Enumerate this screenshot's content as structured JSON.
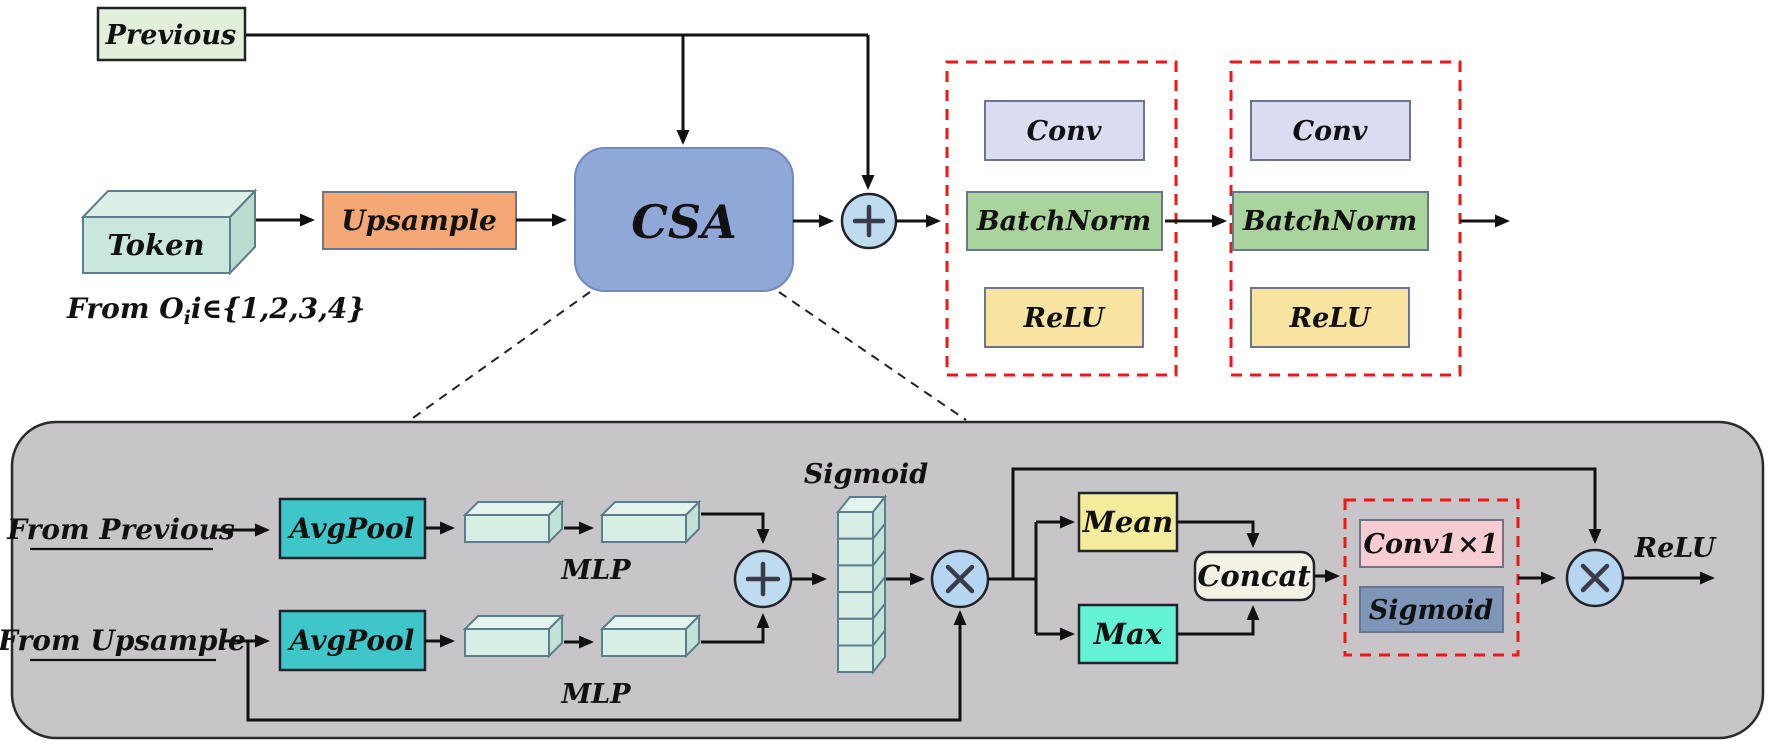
{
  "colors": {
    "previous_box": "#E2EFDA",
    "token_front": "#C9E7DB",
    "token_top": "#DCF0E8",
    "token_side": "#B9DCCE",
    "upsample_box": "#F4A875",
    "csa_box": "#8FA8D8",
    "plus_circle": "#BFDBF0",
    "times_circle": "#B5D5F0",
    "conv_box": "#DBDBF2",
    "batchnorm_box": "#A9D49B",
    "relu_box": "#F8E3A1",
    "red_dashed": "#F51515",
    "panel_bg": "#C8C5C8",
    "avgpool_box": "#3EC6CB",
    "slab_front": "#D6EEE3",
    "slab_top": "#E4F4EC",
    "slab_side": "#C2E2D6",
    "mean_box": "#F5EC9B",
    "max_box": "#63F2D6",
    "concat_box": "#F4F2E4",
    "conv1x1_box": "#F8CDD2",
    "sigmoid_slate_box": "#7E96B8"
  },
  "top": {
    "previous": "Previous",
    "token": "Token",
    "token_caption": {
      "part1": "From O",
      "sub": "i",
      "part2": "i∈{1,2,3,4}"
    },
    "upsample": "Upsample",
    "csa": "CSA",
    "conv_blocks": [
      {
        "conv": "Conv",
        "batchnorm": "BatchNorm",
        "relu": "ReLU"
      },
      {
        "conv": "Conv",
        "batchnorm": "BatchNorm",
        "relu": "ReLU"
      }
    ]
  },
  "panel": {
    "from_previous": "From Previous",
    "from_upsample": "From Upsample",
    "avgpool_top": "AvgPool",
    "avgpool_bottom": "AvgPool",
    "mlp_top": "MLP",
    "mlp_bottom": "MLP",
    "sigmoid_label": "Sigmoid",
    "mean": "Mean",
    "max": "Max",
    "concat": "Concat",
    "conv1x1": "Conv1×1",
    "sigmoid_box": "Sigmoid",
    "relu_out": "ReLU"
  }
}
